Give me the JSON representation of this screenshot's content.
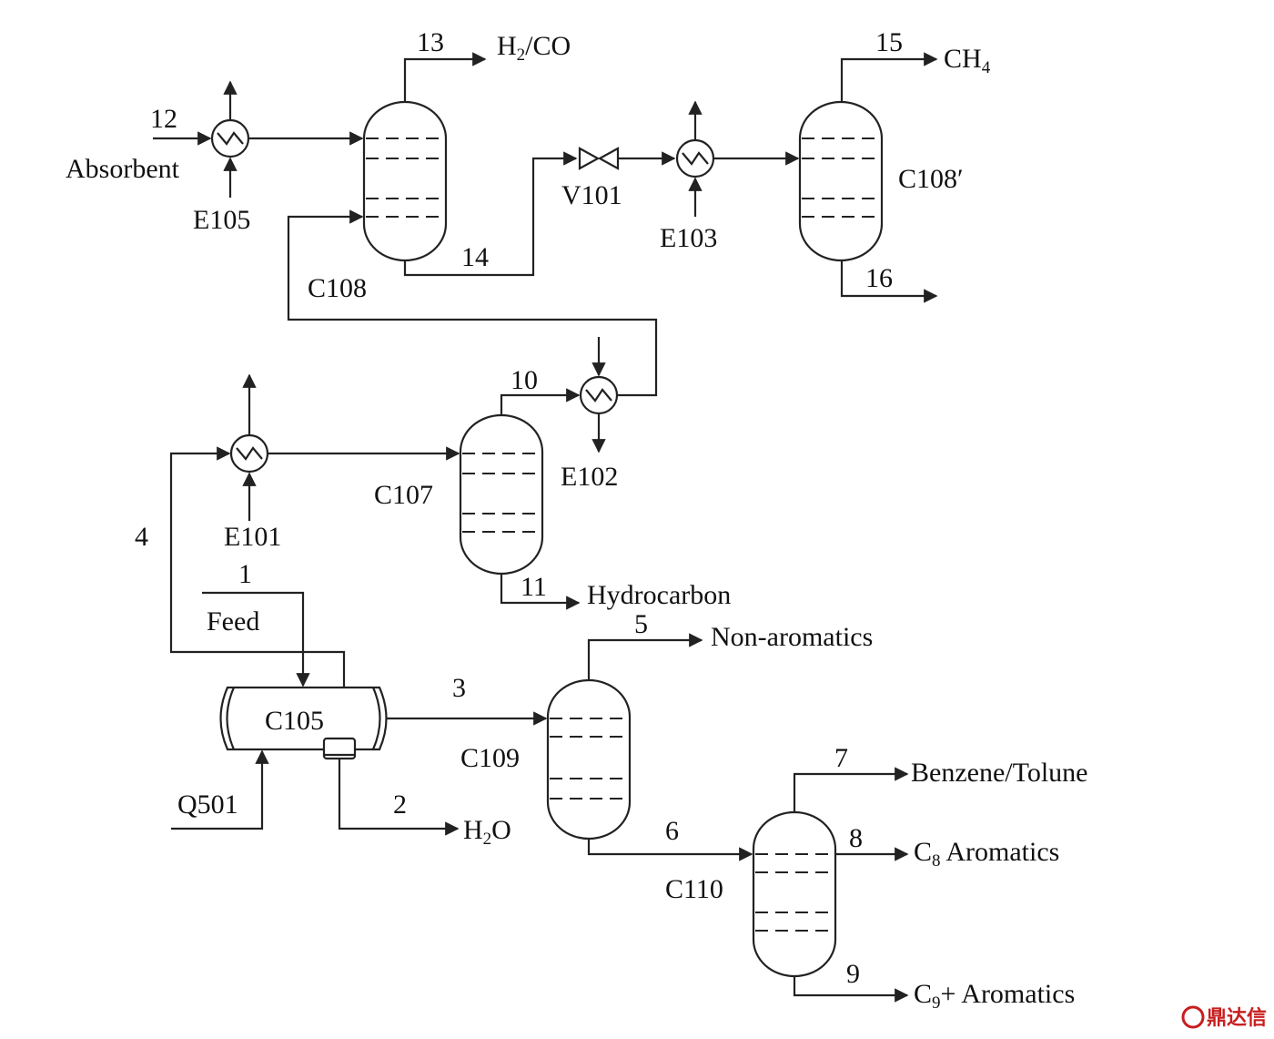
{
  "streams": {
    "s1": "1",
    "s2": "2",
    "s3": "3",
    "s4": "4",
    "s5": "5",
    "s6": "6",
    "s7": "7",
    "s8": "8",
    "s9": "9",
    "s10": "10",
    "s11": "11",
    "s12": "12",
    "s13": "13",
    "s14": "14",
    "s15": "15",
    "s16": "16"
  },
  "equipment": {
    "e105": "E105",
    "c108": "C108",
    "v101": "V101",
    "e103": "E103",
    "c108p": "C108′",
    "e102": "E102",
    "e101": "E101",
    "c107": "C107",
    "c105": "C105",
    "q501": "Q501",
    "c109": "C109",
    "c110": "C110"
  },
  "labels": {
    "absorbent": "Absorbent",
    "feed": "Feed",
    "h2co_h": "H",
    "h2co_sub": "2",
    "h2co_rest": "/CO",
    "ch4_main": "CH",
    "ch4_sub": "4",
    "hydrocarbon": "Hydrocarbon",
    "non_aromatics": "Non-aromatics",
    "benzene_tolune": "Benzene/Tolune",
    "c8_c": "C",
    "c8_sub": "8",
    "c8_rest": " Aromatics",
    "c9_c": "C",
    "c9_sub": "9",
    "c9_rest": "+ Aromatics",
    "h2o_h": "H",
    "h2o_sub": "2",
    "h2o_rest": "O"
  },
  "watermark": "鼎达信",
  "colors": {
    "line": "#222222",
    "watermark": "#c81e1e"
  }
}
